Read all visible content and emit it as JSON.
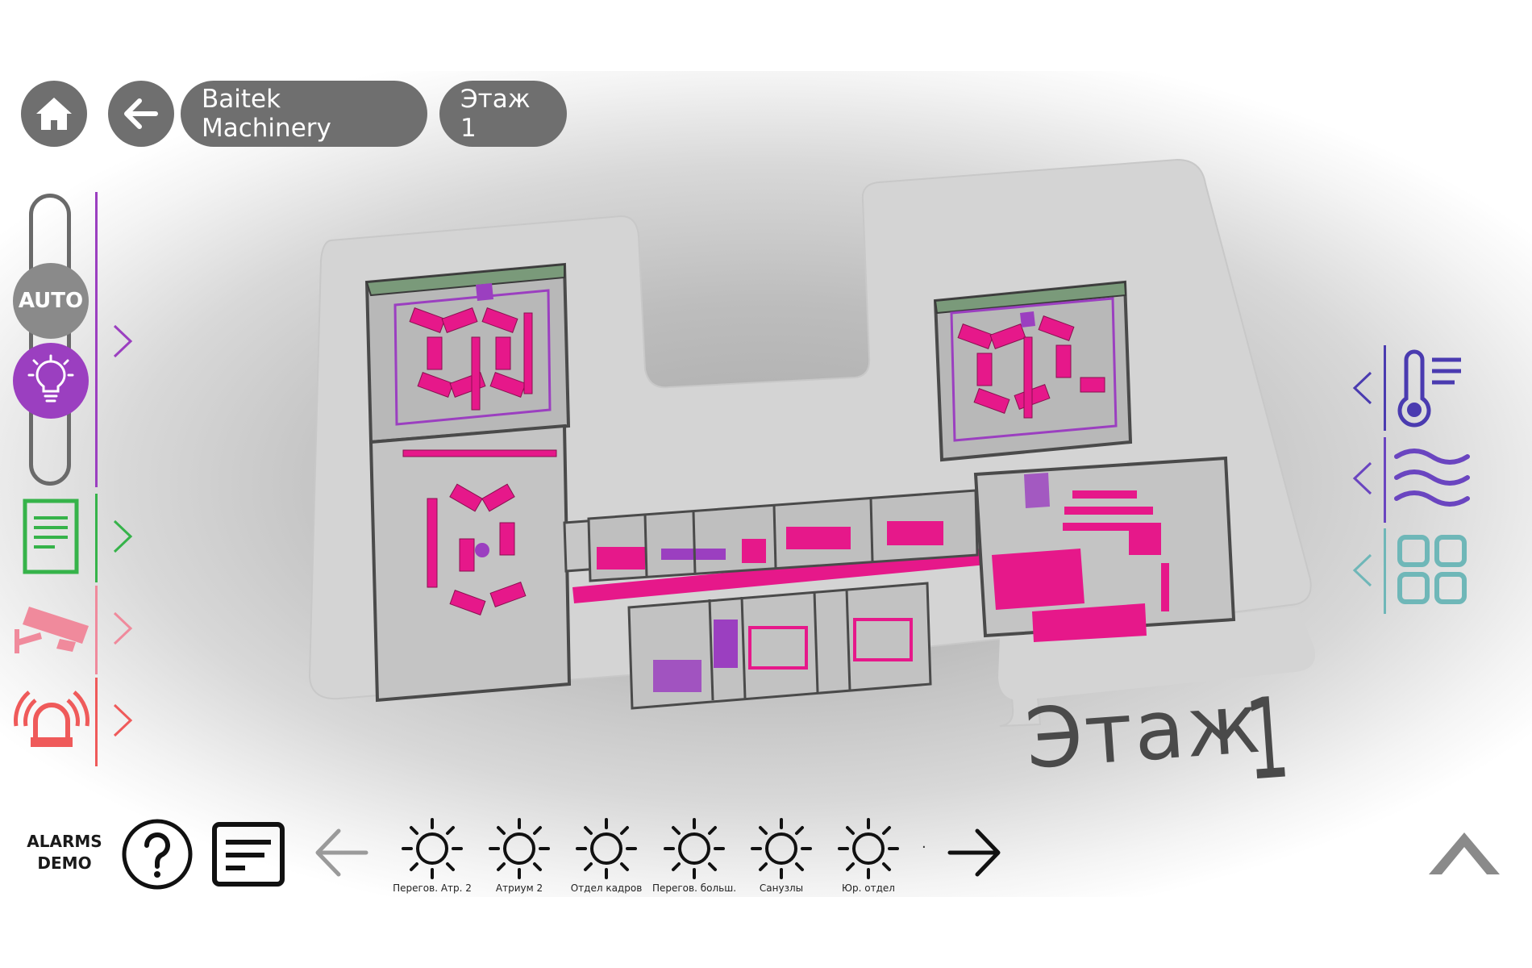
{
  "header": {
    "building": "Baitek Machinery",
    "floor": "Этаж 1"
  },
  "left_panel": {
    "auto_label": "AUTO",
    "categories": [
      {
        "icon": "lightbulb-icon",
        "color": "#9b3fc0"
      },
      {
        "icon": "document-icon",
        "color": "#36b34a"
      },
      {
        "icon": "cctv-camera-icon",
        "color": "#f08a9c"
      },
      {
        "icon": "alarm-siren-icon",
        "color": "#ef5a5a"
      }
    ]
  },
  "right_panel": {
    "items": [
      {
        "icon": "thermometer-icon",
        "color": "#4a3bb0"
      },
      {
        "icon": "ventilation-waves-icon",
        "color": "#6a45c0"
      },
      {
        "icon": "grid-tiles-icon",
        "color": "#6fb7b8"
      }
    ]
  },
  "floor_plan": {
    "label_word": "Этаж",
    "label_number": "1"
  },
  "bottom_bar": {
    "alarms_line1": "ALARMS",
    "alarms_line2": "DEMO",
    "scenes": [
      "Перегов. Атр. 2",
      "Атриум 2",
      "Отдел кадров",
      "Перегов. больш.",
      "Санузлы",
      "Юр. отдел"
    ],
    "dot": "·"
  },
  "colors": {
    "button_bg": "#6f6f6f",
    "accent_magenta": "#e6188a",
    "accent_purple": "#9b3fc0"
  }
}
